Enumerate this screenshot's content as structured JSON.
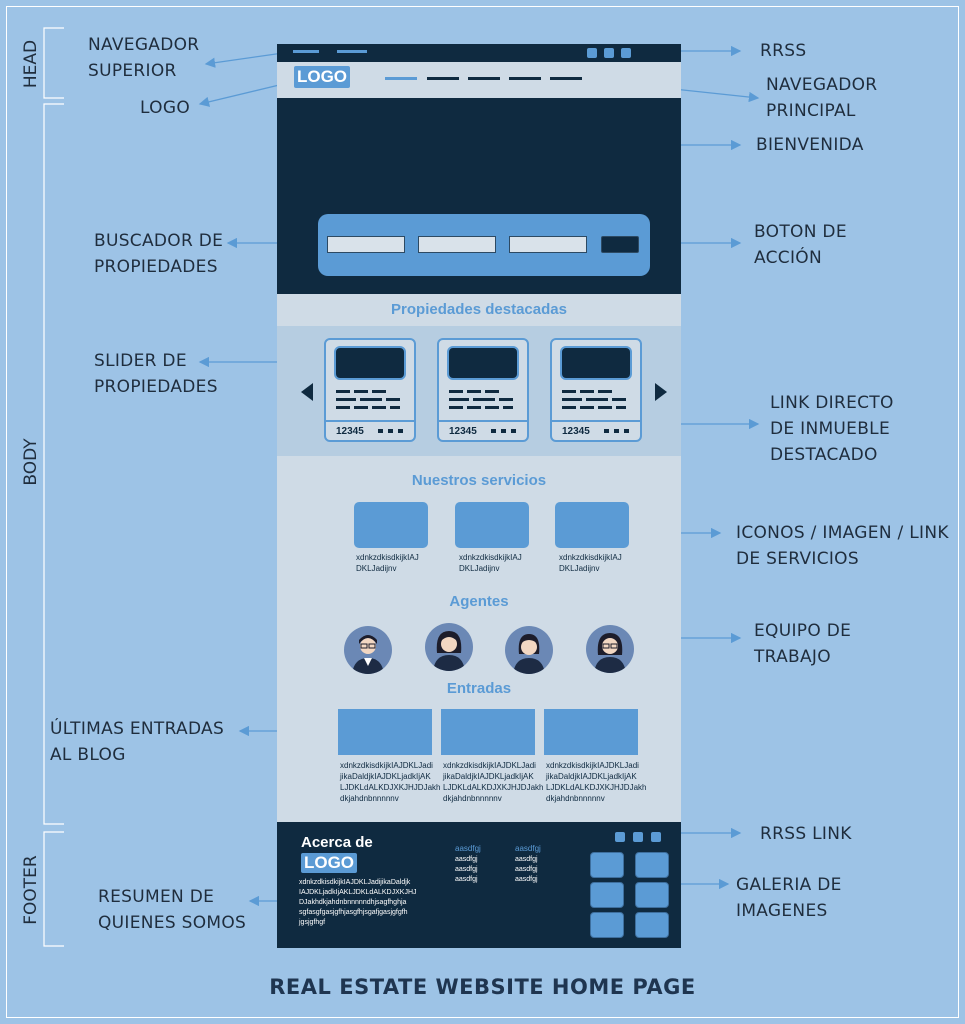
{
  "title": "REAL ESTATE WEBSITE HOME PAGE",
  "sections": {
    "head": "HEAD",
    "body": "BODY",
    "footer": "FOOTER"
  },
  "labels": {
    "navegador_superior": [
      "NAVEGADOR",
      "SUPERIOR"
    ],
    "logo": "LOGO",
    "rrss": "RRSS",
    "navegador_principal": [
      "NAVEGADOR",
      "PRINCIPAL"
    ],
    "bienvenida": "BIENVENIDA",
    "buscador": [
      "BUSCADOR DE",
      "PROPIEDADES"
    ],
    "boton": [
      "BOTON DE",
      "ACCIÓN"
    ],
    "slider": [
      "SLIDER DE",
      "PROPIEDADES"
    ],
    "link_directo": [
      "LINK DIRECTO",
      "DE INMUEBLE",
      "DESTACADO"
    ],
    "iconos": [
      "ICONOS / IMAGEN / LINK",
      "DE SERVICIOS"
    ],
    "equipo": [
      "EQUIPO DE",
      "TRABAJO"
    ],
    "ultimas": [
      "ÚLTIMAS ENTRADAS",
      "AL BLOG"
    ],
    "rrss_link": "RRSS LINK",
    "galeria": [
      "GALERIA DE",
      "IMAGENES"
    ],
    "resumen": [
      "RESUMEN DE",
      "QUIENES SOMOS"
    ]
  },
  "mockup": {
    "logo": "LOGO",
    "destacadas": "Propiedades destacadas",
    "card_number": "12345",
    "servicios": "Nuestros servicios",
    "service_text": [
      "xdnkzdkisdkijkIAJ",
      "DKLJadijnv"
    ],
    "agentes": "Agentes",
    "entradas": "Entradas",
    "blog_text": [
      "xdnkzdkisdkijkIAJDKLJadi",
      "jikaDaldjkIAJDKLjadkIjAK",
      "LJDKLdALKDJXKJHJDJakh",
      "dkjahdnbnnnnnv"
    ],
    "footer_title": "Acerca de",
    "footer_logo": "LOGO",
    "footer_text": [
      "xdnkzdkisdkijkIAJDKLJadijikaDaldjk",
      "IAJDKLjadkIjAKLJDKLdALKDJXKJHJ",
      "DJakhdkjahdnbnnnnndhjsagfhghja",
      "sgfasgfgasjgfhjasgfhjsgafjgasjgfgfh",
      "jgsjgfhgf"
    ],
    "footer_link_head": "aasdfgj",
    "footer_link_item": "aasdfgj"
  },
  "colors": {
    "background": "#9dc3e6",
    "dark": "#0f2a40",
    "accent": "#5b9bd5",
    "panel": "#cfdbe6"
  }
}
